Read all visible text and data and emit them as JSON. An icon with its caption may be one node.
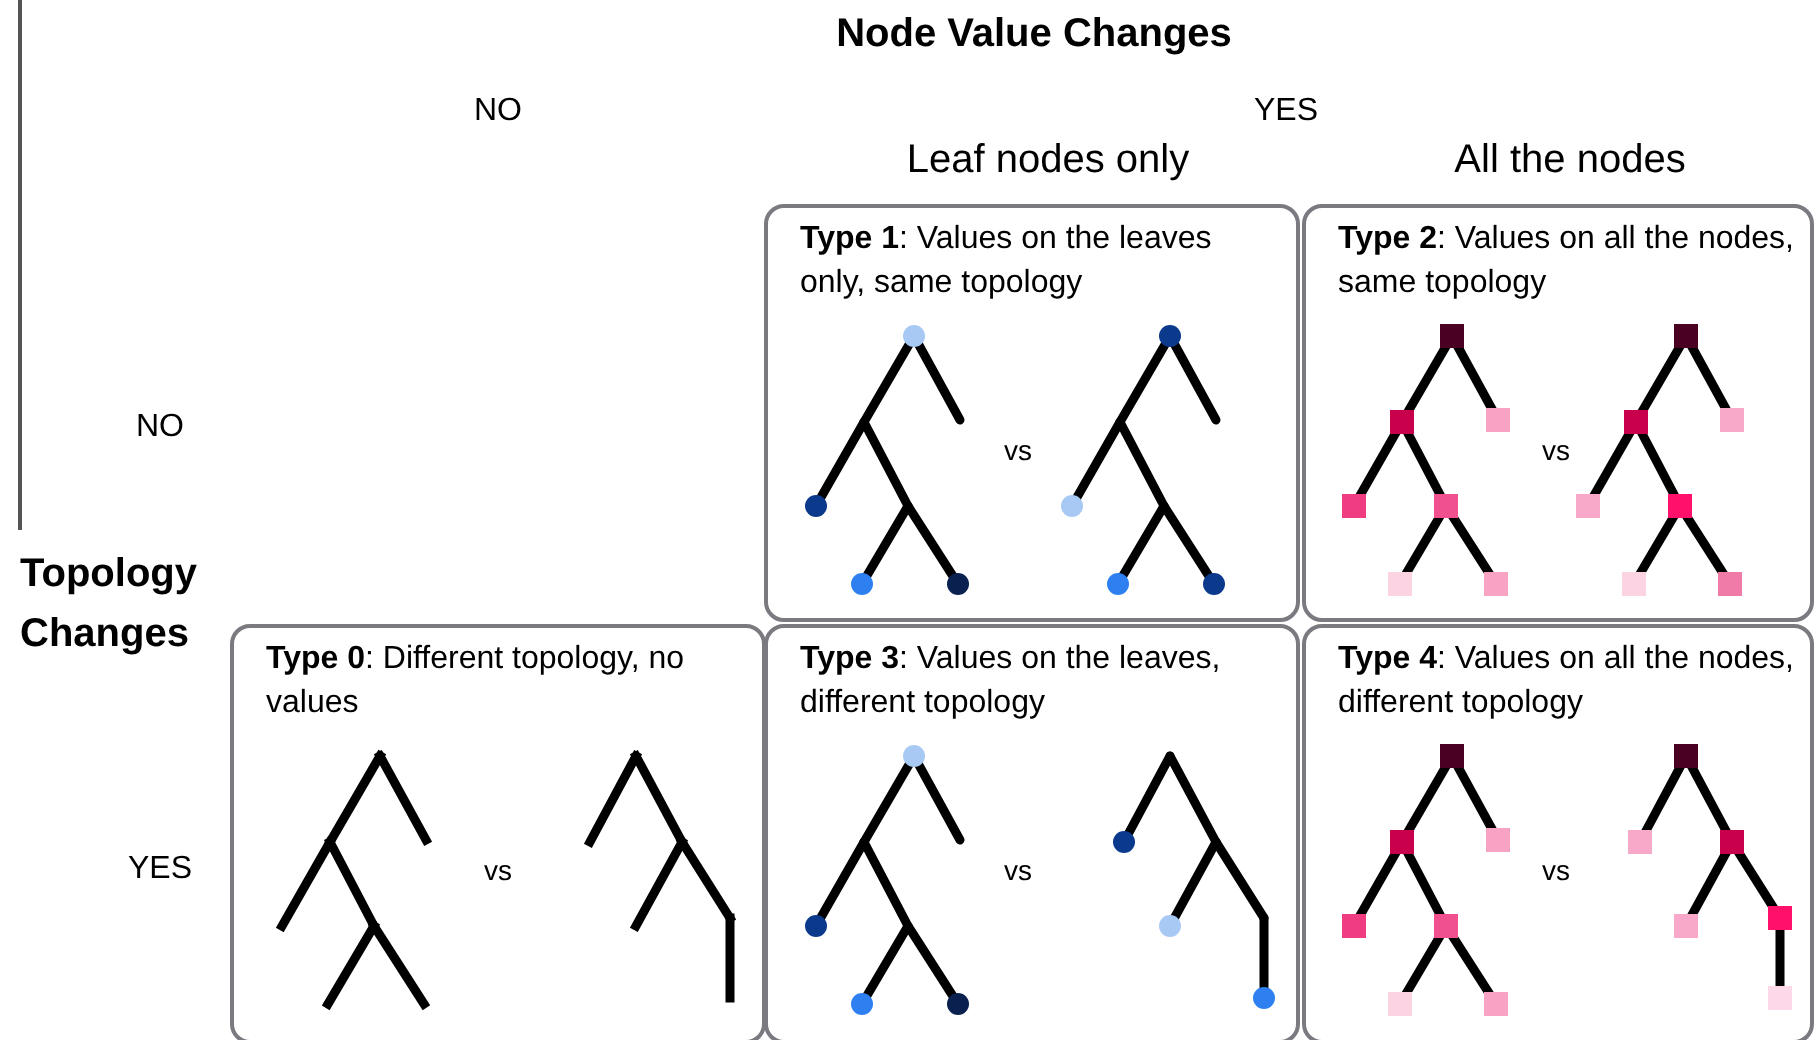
{
  "diagram": {
    "nodes": [
      {
        "text": [
          "**Type 1**: Values on the leaves only, same topology",
          "vs"
        ]
      },
      {
        "text": [
          "**Type 2**: Values on all the nodes, same topology",
          "vs"
        ]
      },
      {
        "text": [
          "**Type 0**: Different topology, no values",
          "vs"
        ]
      },
      {
        "text": [
          "**Type 3**: Values on the leaves, different topology",
          "vs"
        ]
      },
      {
        "text": [
          "**Type 4**: Values on all the nodes, different topology",
          "vs"
        ]
      }
    ],
    "labels": [
      "Node Value Changes",
      "NO",
      "YES",
      "Leaf nodes only",
      "All the nodes",
      "NO",
      "Topology Changes",
      "YES"
    ]
  }
}
